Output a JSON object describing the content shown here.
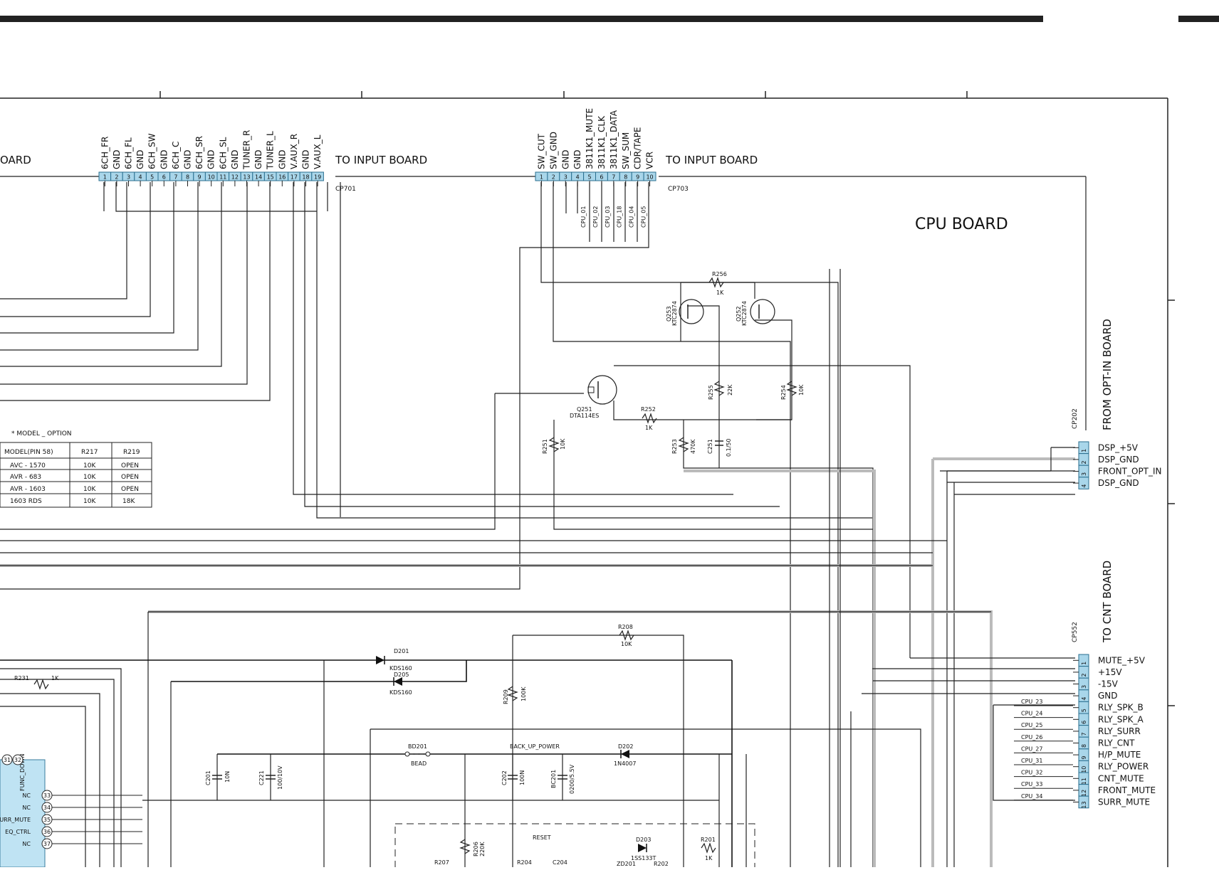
{
  "connectors": {
    "cp701": {
      "ref": "CP701",
      "dest": "TO INPUT BOARD",
      "pins": [
        "1",
        "2",
        "3",
        "4",
        "5",
        "6",
        "7",
        "8",
        "9",
        "10",
        "11",
        "12",
        "13",
        "14",
        "15",
        "16",
        "17",
        "18",
        "19"
      ],
      "signals": [
        "6CH_FR",
        "GND",
        "6CH_FL",
        "GND",
        "6CH_SW",
        "GND",
        "6CH_C",
        "GND",
        "6CH_SR",
        "GND",
        "6CH_SL",
        "GND",
        "TUNER_R",
        "GND",
        "TUNER_L",
        "GND",
        "V.AUX_R",
        "GND",
        "V.AUX_L"
      ]
    },
    "cp703": {
      "ref": "CP703",
      "dest": "TO INPUT BOARD",
      "pins": [
        "1",
        "2",
        "3",
        "4",
        "5",
        "6",
        "7",
        "8",
        "9",
        "10"
      ],
      "signals": [
        "SW_CUT",
        "SW_GND",
        "GND",
        "GND",
        "3811K1_MUTE",
        "3811K1_CLK",
        "3811K1_DATA",
        "SW_SUM",
        "CDR/TAPE",
        "VCR"
      ],
      "cpu_nets": [
        "CPU_01",
        "CPU_02",
        "CPU_03",
        "CPU_18",
        "CPU_04",
        "CPU_05"
      ]
    },
    "cp202": {
      "ref": "CP202",
      "dest": "FROM OPT-IN BOARD",
      "pins": [
        "1",
        "2",
        "3",
        "4"
      ],
      "signals": [
        "DSP_+5V",
        "DSP_GND",
        "FRONT_OPT_IN",
        "DSP_GND"
      ]
    },
    "cp552": {
      "ref": "CP552",
      "dest": "TO CNT BOARD",
      "pins": [
        "1",
        "2",
        "3",
        "4",
        "5",
        "6",
        "7",
        "8",
        "9",
        "10",
        "11",
        "12",
        "13"
      ],
      "signals": [
        "MUTE_+5V",
        "+15V",
        "-15V",
        "GND",
        "RLY_SPK_B",
        "RLY_SPK_A",
        "RLY_SURR",
        "RLY_CNT",
        "H/P_MUTE",
        "RLY_POWER",
        "CNT_MUTE",
        "FRONT_MUTE",
        "SURR_MUTE"
      ],
      "cpu_nets": [
        "CPU_23",
        "CPU_24",
        "CPU_25",
        "CPU_26",
        "CPU_27",
        "CPU_31",
        "CPU_32",
        "CPU_33",
        "CPU_34"
      ]
    }
  },
  "board_title": "CPU BOARD",
  "left_partial_label": "OARD",
  "option_table": {
    "title": "* MODEL _ OPTION",
    "headers": [
      "MODEL(PIN 58)",
      "R217",
      "R219"
    ],
    "rows": [
      [
        "AVC - 1570",
        "10K",
        "OPEN"
      ],
      [
        "AVR - 683",
        "10K",
        "OPEN"
      ],
      [
        "AVR - 1603",
        "10K",
        "OPEN"
      ],
      [
        "1603 RDS",
        "10K",
        "18K"
      ]
    ]
  },
  "components": {
    "r256": {
      "ref": "R256",
      "val": "1K"
    },
    "q253": {
      "ref": "Q253",
      "val": "KTC2874"
    },
    "q252": {
      "ref": "Q252",
      "val": "KTC2874"
    },
    "q251": {
      "ref": "Q251",
      "val": "DTA114ES"
    },
    "r255": {
      "ref": "R255",
      "val": "22K"
    },
    "r254": {
      "ref": "R254",
      "val": "10K"
    },
    "r252": {
      "ref": "R252",
      "val": "1K"
    },
    "r251": {
      "ref": "R251",
      "val": "10K"
    },
    "r253": {
      "ref": "R253",
      "val": "470K"
    },
    "c251": {
      "ref": "C251",
      "val": "0.1/50"
    },
    "r208": {
      "ref": "R208",
      "val": "10K"
    },
    "d201": {
      "ref": "D201",
      "val": "KDS160"
    },
    "d205": {
      "ref": "D205",
      "val": "KDS160"
    },
    "r209": {
      "ref": "R209",
      "val": "100K"
    },
    "r231": {
      "ref": "R231",
      "val": "1K"
    },
    "bd201": {
      "ref": "BD201",
      "val": "BEAD"
    },
    "backup": "BACK_UP_POWER",
    "d202": {
      "ref": "D202",
      "val": "1N4007"
    },
    "c201": {
      "ref": "C201",
      "val": "10N"
    },
    "c221": {
      "ref": "C221",
      "val": "100/10V"
    },
    "c202": {
      "ref": "C202",
      "val": "100N"
    },
    "bc201": {
      "ref": "BC201",
      "val": "0200/5.5V"
    },
    "reset": "RESET",
    "d203": {
      "ref": "D203",
      "val": "1SS133T"
    },
    "r201": {
      "ref": "R201",
      "val": "1K"
    },
    "r206": {
      "ref": "R206",
      "val": "220K"
    },
    "r207": {
      "ref": "R207"
    },
    "r204": {
      "ref": "R204"
    },
    "c204": {
      "ref": "C204"
    },
    "zd201": {
      "ref": "ZD201"
    },
    "r202": {
      "ref": "R202"
    }
  },
  "ic_pins": {
    "labels": [
      "NC",
      "NC",
      "SURR_MUTE",
      "EQ_CTRL",
      "NC"
    ],
    "numbers": [
      "31",
      "32",
      "33",
      "34",
      "35",
      "36",
      "37"
    ],
    "top_labels": [
      "FUNC_DOWN"
    ]
  }
}
